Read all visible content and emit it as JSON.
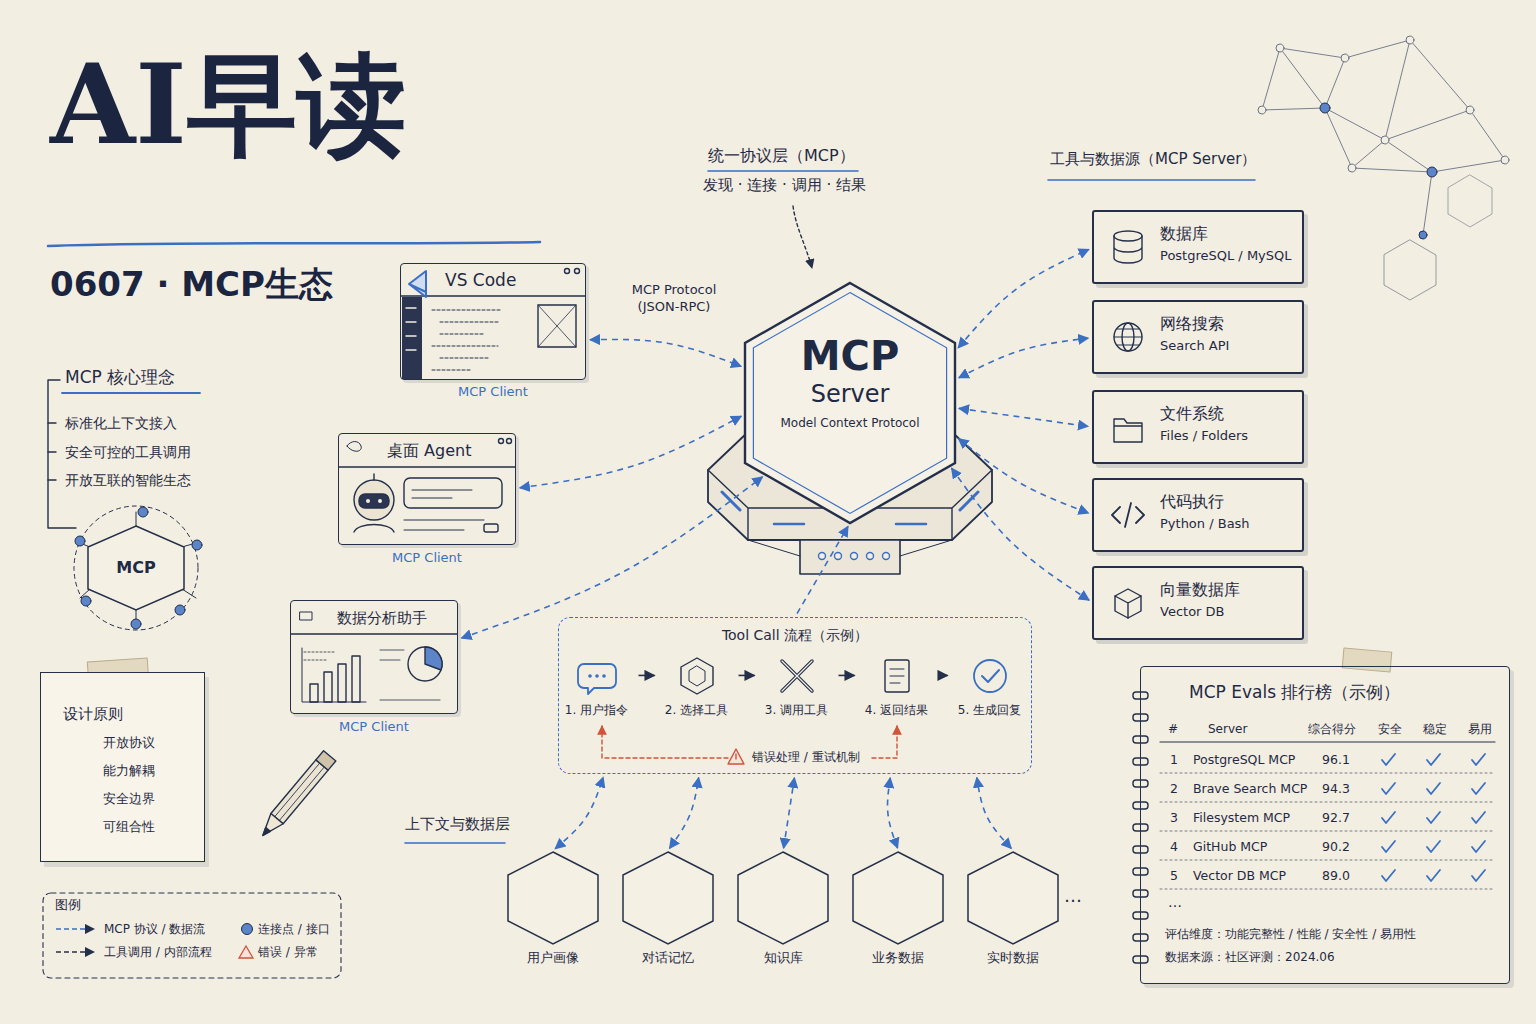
{
  "diagram": {
    "title": "AI早读",
    "caption": "0607 · MCP生态",
    "nodes": [
      {
        "text": [
          "MCP"
        ]
      },
      {
        "text": [
          "设计原则",
          "开放协议",
          "能力解耦",
          "安全边界",
          "可组合性"
        ]
      },
      {
        "text": [
          "VS Code",
          "MCP Client"
        ]
      },
      {
        "text": [
          "桌面 Agent",
          "MCP Client"
        ]
      },
      {
        "text": [
          "数据分析助手",
          "MCP Client"
        ]
      },
      {
        "text": [
          "MCP",
          "Server",
          "Model Context Protocol"
        ]
      },
      {
        "text": [
          "数据库",
          "PostgreSQL / MySQL"
        ]
      },
      {
        "text": [
          "网络搜索",
          "Search API"
        ]
      },
      {
        "text": [
          "文件系统",
          "Files / Folders"
        ]
      },
      {
        "text": [
          "代码执行",
          "Python / Bash"
        ]
      },
      {
        "text": [
          "向量数据库",
          "Vector DB"
        ]
      },
      {
        "text": [
          "Tool Call 流程（示例）"
        ]
      },
      {
        "text": [
          "1. 用户指令"
        ],
        "in": 11
      },
      {
        "text": [
          "2. 选择工具"
        ],
        "in": 11
      },
      {
        "text": [
          "3. 调用工具"
        ],
        "in": 11
      },
      {
        "text": [
          "4. 返回结果"
        ],
        "in": 11
      },
      {
        "text": [
          "5. 生成回复"
        ],
        "in": 11
      },
      {
        "text": [
          "用户画像"
        ]
      },
      {
        "text": [
          "对话记忆"
        ]
      },
      {
        "text": [
          "知识库"
        ]
      },
      {
        "text": [
          "业务数据"
        ]
      },
      {
        "text": [
          "实时数据"
        ]
      },
      {
        "text": [
          "MCP Evals 排行榜（示例）"
        ]
      }
    ],
    "edges": [
      {
        "from": 2,
        "to": 5,
        "arrow": "both",
        "label": "MCP Protocol (JSON-RPC)"
      },
      {
        "from": 3,
        "to": 5,
        "arrow": "both"
      },
      {
        "from": 4,
        "to": 5,
        "arrow": "both"
      },
      {
        "from": 5,
        "to": 6,
        "arrow": "both"
      },
      {
        "from": 5,
        "to": 7,
        "arrow": "both"
      },
      {
        "from": 5,
        "to": 8,
        "arrow": "both"
      },
      {
        "from": 5,
        "to": 9,
        "arrow": "both"
      },
      {
        "from": 5,
        "to": 10,
        "arrow": "both"
      },
      {
        "from": 11,
        "to": 5,
        "arrow": "to"
      },
      {
        "from": 12,
        "to": 13,
        "arrow": "to"
      },
      {
        "from": 13,
        "to": 14,
        "arrow": "to"
      },
      {
        "from": 14,
        "to": 15,
        "arrow": "to"
      },
      {
        "from": 15,
        "to": 16,
        "arrow": "to"
      },
      {
        "from": 17,
        "to": 11,
        "arrow": "both"
      },
      {
        "from": 18,
        "to": 11,
        "arrow": "both"
      },
      {
        "from": 19,
        "to": 11,
        "arrow": "both"
      },
      {
        "from": 20,
        "to": 11,
        "arrow": "both"
      },
      {
        "from": 21,
        "to": 11,
        "arrow": "both"
      }
    ],
    "labels": [
      "MCP 核心理念",
      "标准化上下文接入",
      "安全可控的工具调用",
      "开放互联的智能生态",
      "统一协议层（MCP）",
      "发现 · 连接 · 调用 · 结果",
      "工具与数据源（MCP Server）",
      "错误处理 / 重试机制",
      "上下文与数据层",
      "…",
      "图例",
      "#",
      "Server",
      "综合得分",
      "安全",
      "稳定",
      "易用",
      "1",
      "PostgreSQL MCP",
      "96.1",
      "2",
      "Brave Search MCP",
      "94.3",
      "3",
      "Filesystem MCP",
      "92.7",
      "4",
      "GitHub MCP",
      "90.2",
      "5",
      "Vector DB MCP",
      "89.0",
      "…",
      "评估维度：功能完整性 / 性能 / 安全性 / 易用性",
      "数据来源：社区评测：2024.06"
    ],
    "legend": [
      {
        "text": "MCP 协议 / 数据流"
      },
      {
        "text": "工具调用 / 内部流程"
      },
      {
        "text": "连接点 / 接口",
        "color": "#5b84c9"
      },
      {
        "text": "错误 / 异常"
      }
    ]
  }
}
